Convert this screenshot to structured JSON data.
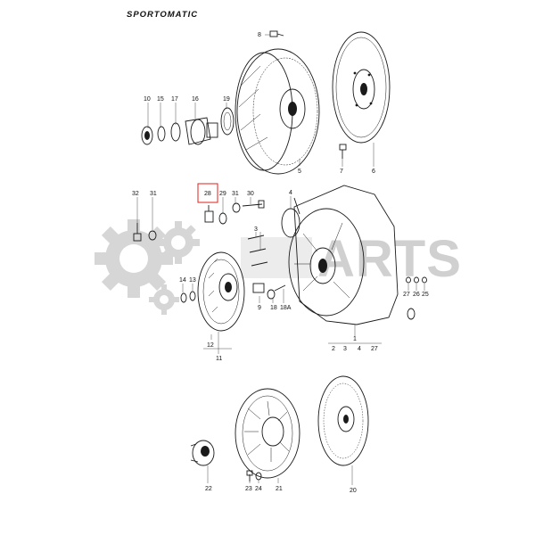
{
  "title": "SPORTOMATIC",
  "watermark": {
    "text": "ARTS",
    "color": "#d0d0d0"
  },
  "highlight": {
    "label": "28",
    "color": "#e0201b"
  },
  "callouts": {
    "p1": "1",
    "p2": "2",
    "p3": "3",
    "p3b": "3",
    "p4": "4",
    "p4b": "4",
    "p5": "5",
    "p6": "6",
    "p7": "7",
    "p8": "8",
    "p9": "9",
    "p10": "10",
    "p11": "11",
    "p12": "12",
    "p13": "13",
    "p14": "14",
    "p15": "15",
    "p16": "16",
    "p17": "17",
    "p18": "18",
    "p18a": "18A",
    "p19": "19",
    "p20": "20",
    "p21": "21",
    "p22": "22",
    "p23": "23",
    "p24": "24",
    "p25": "25",
    "p26": "26",
    "p27": "27",
    "p27b": "27",
    "p29": "29",
    "p30": "30",
    "p31": "31",
    "p31b": "31",
    "p32": "32"
  }
}
